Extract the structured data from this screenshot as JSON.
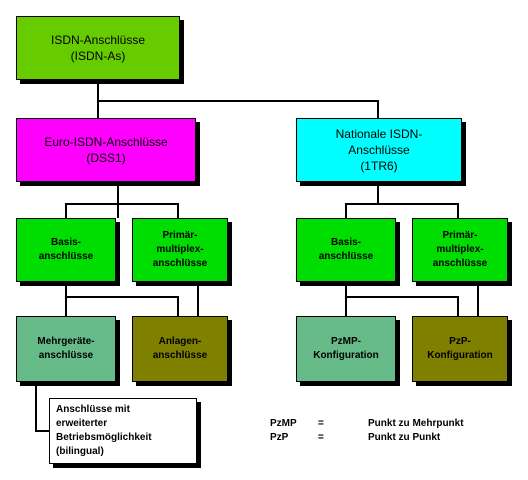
{
  "nodes": {
    "root": {
      "label": "ISDN-Anschlüsse\n(ISDN-As)",
      "color": "#66cc00"
    },
    "euro": {
      "label": "Euro-ISDN-Anschlüsse\n(DSS1)",
      "color": "#ff00ff"
    },
    "national": {
      "label": "Nationale ISDN-\nAnschlüsse\n(1TR6)",
      "color": "#00ffff"
    },
    "euro_basis": {
      "label": "Basis-\nanschlüsse",
      "color": "#00dd00"
    },
    "euro_primaer": {
      "label": "Primär-\nmultiplex-\nanschlüsse",
      "color": "#00dd00"
    },
    "nat_basis": {
      "label": "Basis-\nanschlüsse",
      "color": "#00dd00"
    },
    "nat_primaer": {
      "label": "Primär-\nmultiplex-\nanschlüsse",
      "color": "#00dd00"
    },
    "mehrgeraete": {
      "label": "Mehrgeräte-\nanschlüsse",
      "color": "#66bb88"
    },
    "anlagen": {
      "label": "Anlagen-\nanschlüsse",
      "color": "#808000"
    },
    "pzmp": {
      "label": "PzMP-\nKonfiguration",
      "color": "#66bb88"
    },
    "pzp": {
      "label": "PzP-\nKonfiguration",
      "color": "#808000"
    },
    "bilingual": {
      "label": "Anschlüsse mit\nerweiterter\nBetriebsmöglichkeit\n(bilingual)",
      "color": "#e0a080"
    }
  },
  "legend": [
    {
      "abbr": "PzMP",
      "sep": "=",
      "meaning": "Punkt zu Mehrpunkt"
    },
    {
      "abbr": "PzP",
      "sep": "=",
      "meaning": "Punkt zu Punkt"
    }
  ]
}
